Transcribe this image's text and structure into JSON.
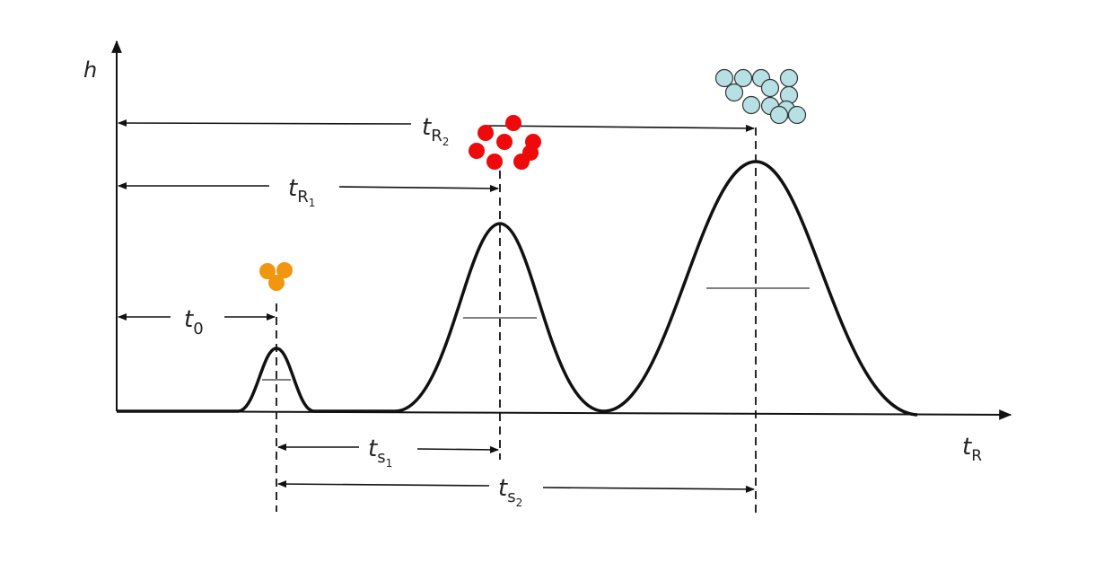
{
  "axes": {
    "y_label": "h",
    "x_label": "t",
    "x_label_sub": "R"
  },
  "intervals": {
    "t0": {
      "main": "t",
      "sub": "0"
    },
    "tR1": {
      "main": "t",
      "sub": "R",
      "subsub": "1"
    },
    "tR2": {
      "main": "t",
      "sub": "R",
      "subsub": "2"
    },
    "ts1": {
      "main": "t",
      "sub": "s",
      "subsub": "1"
    },
    "ts2": {
      "main": "t",
      "sub": "s",
      "subsub": "2"
    }
  },
  "colors": {
    "curve": "#111111",
    "peak1_particles": "#f0960f",
    "peak2_particles": "#ee0a0a",
    "peak3_particles": "#b6e0e3",
    "particle_outline": "#333333"
  },
  "peaks": [
    {
      "name": "t0-peak",
      "particles": 3
    },
    {
      "name": "tR1-peak",
      "particles": 8
    },
    {
      "name": "tR2-peak",
      "particles": 12
    }
  ]
}
